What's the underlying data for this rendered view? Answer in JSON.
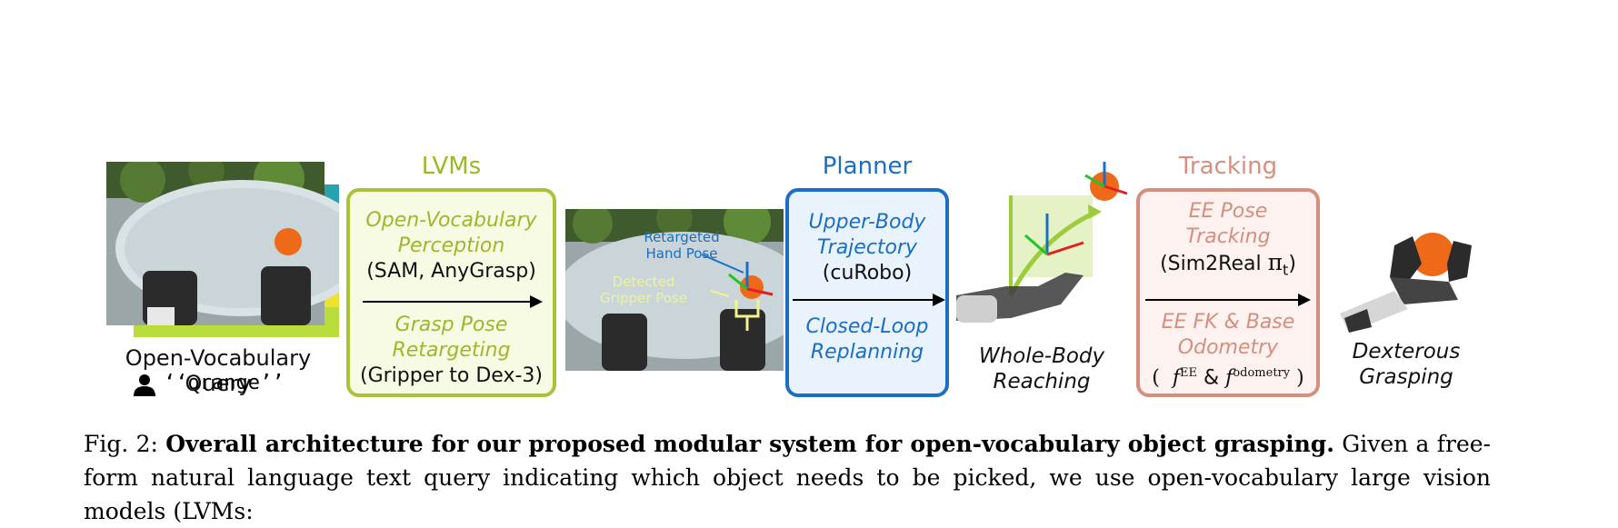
{
  "query": {
    "label": "Open-Vocabulary Query",
    "user_icon": "user-icon",
    "text": "‘‘orange’’"
  },
  "lvms": {
    "title": "LVMs",
    "perception_line1": "Open-Vocabulary",
    "perception_line2": "Perception",
    "perception_tools": "(SAM, AnyGrasp)",
    "retarget_line1": "Grasp Pose",
    "retarget_line2": "Retargeting",
    "retarget_detail": "(Gripper to Dex-3)",
    "color": "#a8c23a"
  },
  "retarget_image": {
    "hand_pose_line1": "Retargeted",
    "hand_pose_line2": "Hand Pose",
    "gripper_pose_line1": "Detected",
    "gripper_pose_line2": "Gripper Pose"
  },
  "planner": {
    "title": "Planner",
    "traj_line1": "Upper-Body",
    "traj_line2": "Trajectory",
    "traj_tool": "(cuRobo)",
    "replan_line1": "Closed-Loop",
    "replan_line2": "Replanning",
    "color": "#1a6ec4"
  },
  "reaching": {
    "line1": "Whole-Body",
    "line2": "Reaching"
  },
  "tracking": {
    "title": "Tracking",
    "ee_line1": "EE Pose",
    "ee_line2": "Tracking",
    "ee_policy_prefix": "(Sim2Real ",
    "ee_policy_symbol": "π",
    "ee_policy_sub": "t",
    "ee_policy_suffix": ")",
    "fk_line1": "EE FK & Base",
    "fk_line2": "Odometry",
    "fk_open": "(",
    "fk_f1": "f",
    "fk_sup1": "EE",
    "fk_amp": "&",
    "fk_f2": "f",
    "fk_sup2": "odometry",
    "fk_close": ")",
    "color": "#d48f7f"
  },
  "grasping": {
    "line1": "Dexterous",
    "line2": "Grasping"
  },
  "caption": {
    "prefix": "Fig. 2: ",
    "bold": "Overall architecture for our proposed modular system for open-vocabulary object grasping.",
    "rest": " Given a free-form natural language text query indicating which object needs to be picked, we use open-vocabulary large vision models (LVMs:"
  }
}
